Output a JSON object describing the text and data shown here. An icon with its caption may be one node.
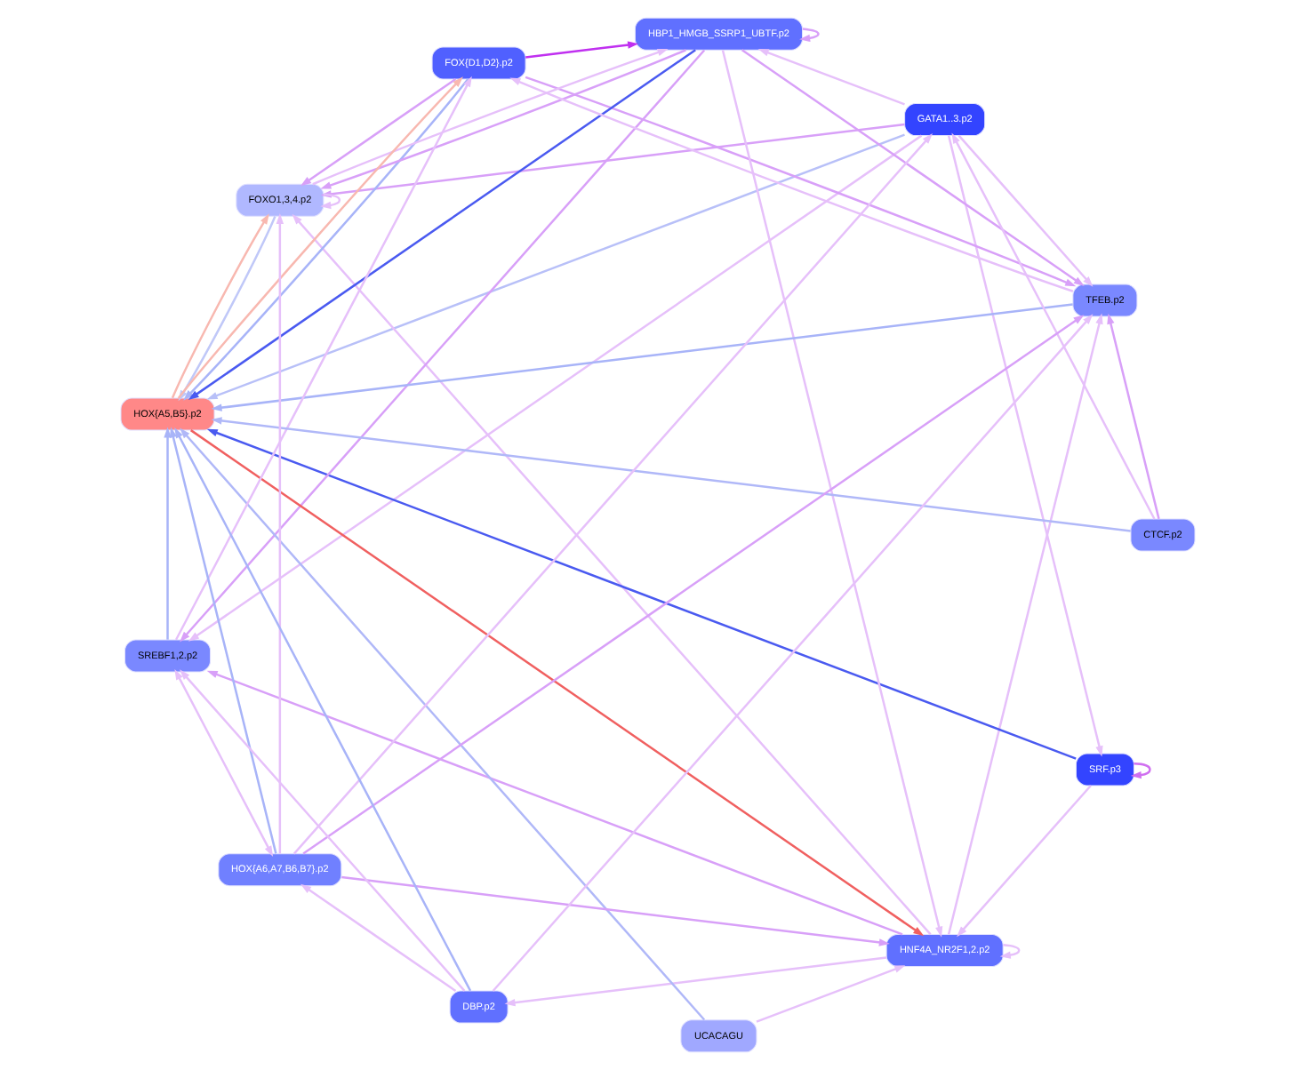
{
  "diagram": {
    "nodes": [
      {
        "text": [
          "GATA1..3.p2"
        ]
      },
      {
        "text": [
          "HNF4A_NR2F1,2.p2"
        ]
      },
      {
        "text": [
          "SRF.p3"
        ]
      },
      {
        "text": [
          "FOX{D1,D2}.p2"
        ]
      },
      {
        "text": [
          "HBP1_HMGB_SSRP1_UBTF.p2"
        ]
      },
      {
        "text": [
          "FOXO1,3,4.p2"
        ]
      },
      {
        "text": [
          "HOX{A5,B5}.p2"
        ]
      },
      {
        "text": [
          "TFEB.p2"
        ]
      },
      {
        "text": [
          "UCACAGU"
        ]
      },
      {
        "text": [
          "SREBF1,2.p2"
        ]
      },
      {
        "text": [
          "CTCF.p2"
        ]
      },
      {
        "text": [
          "HOX{A6,A7,B6,B7}.p2"
        ]
      },
      {
        "text": [
          "DBP.p2"
        ]
      }
    ],
    "edges": [
      {
        "from": 2,
        "to": 6,
        "arrow": "to",
        "color": "#4a5af0"
      },
      {
        "from": 4,
        "to": 6,
        "arrow": "to",
        "color": "#4a5af0"
      },
      {
        "from": 0,
        "to": 6,
        "arrow": "to",
        "color": "#b8c0f8"
      },
      {
        "from": 3,
        "to": 6,
        "arrow": "to",
        "color": "#a8b4f8"
      },
      {
        "from": 5,
        "to": 6,
        "arrow": "to",
        "color": "#c0c8f8"
      },
      {
        "from": 7,
        "to": 6,
        "arrow": "to",
        "color": "#a8b4f8"
      },
      {
        "from": 9,
        "to": 6,
        "arrow": "to",
        "color": "#a8b4f8"
      },
      {
        "from": 11,
        "to": 6,
        "arrow": "to",
        "color": "#a8b4f8"
      },
      {
        "from": 12,
        "to": 6,
        "arrow": "to",
        "color": "#a8b4f8"
      },
      {
        "from": 10,
        "to": 6,
        "arrow": "to",
        "color": "#b0b8f8"
      },
      {
        "from": 8,
        "to": 6,
        "arrow": "to",
        "color": "#b0b8f8"
      },
      {
        "from": 6,
        "to": 1,
        "arrow": "to",
        "color": "#f06060"
      },
      {
        "from": 6,
        "to": 3,
        "arrow": "to",
        "color": "#f8b8b0"
      },
      {
        "from": 6,
        "to": 5,
        "arrow": "to",
        "color": "#f8b8b0"
      },
      {
        "from": 3,
        "to": 4,
        "arrow": "to",
        "color": "#c030f0"
      },
      {
        "from": 2,
        "to": 2,
        "arrow": "to",
        "color": "#d070f0"
      },
      {
        "from": 1,
        "to": 1,
        "arrow": "to"
      },
      {
        "from": 5,
        "to": 5,
        "arrow": "to"
      },
      {
        "from": 4,
        "to": 4,
        "arrow": "to",
        "color": "#d8a0f8"
      },
      {
        "from": 0,
        "to": 2,
        "arrow": "to"
      },
      {
        "from": 0,
        "to": 4,
        "arrow": "to"
      },
      {
        "from": 2,
        "to": 1,
        "arrow": "to"
      },
      {
        "from": 0,
        "to": 5,
        "arrow": "to",
        "color": "#d8a0f8"
      },
      {
        "from": 3,
        "to": 5,
        "arrow": "to",
        "color": "#d8a0f8"
      },
      {
        "from": 4,
        "to": 5,
        "arrow": "to",
        "color": "#d8a0f8"
      },
      {
        "from": 1,
        "to": 5,
        "arrow": "to"
      },
      {
        "from": 5,
        "to": 4,
        "arrow": "to"
      },
      {
        "from": 4,
        "to": 7,
        "arrow": "to",
        "color": "#d8a0f8"
      },
      {
        "from": 4,
        "to": 9,
        "arrow": "to",
        "color": "#d8a0f8"
      },
      {
        "from": 0,
        "to": 7,
        "arrow": "to"
      },
      {
        "from": 1,
        "to": 7,
        "arrow": "to"
      },
      {
        "from": 3,
        "to": 7,
        "arrow": "to",
        "color": "#d8a0f8"
      },
      {
        "from": 0,
        "to": 9,
        "arrow": "to"
      },
      {
        "from": 1,
        "to": 9,
        "arrow": "to",
        "color": "#d8a0f8"
      },
      {
        "from": 10,
        "to": 7,
        "arrow": "to",
        "color": "#d8a0f8"
      },
      {
        "from": 11,
        "to": 7,
        "arrow": "to",
        "color": "#d8a0f8"
      },
      {
        "from": 12,
        "to": 7,
        "arrow": "to"
      },
      {
        "from": 12,
        "to": 9,
        "arrow": "to"
      },
      {
        "from": 11,
        "to": 9,
        "arrow": "both"
      },
      {
        "from": 12,
        "to": 11,
        "arrow": "to"
      },
      {
        "from": 1,
        "to": 12,
        "arrow": "to"
      },
      {
        "from": 11,
        "to": 1,
        "arrow": "to",
        "color": "#d8a0f8"
      },
      {
        "from": 11,
        "to": 0,
        "arrow": "to"
      },
      {
        "from": 11,
        "to": 5,
        "arrow": "to"
      },
      {
        "from": 7,
        "to": 3,
        "arrow": "to"
      },
      {
        "from": 9,
        "to": 3,
        "arrow": "to"
      },
      {
        "from": 8,
        "to": 1,
        "arrow": "to"
      },
      {
        "from": 10,
        "to": 0,
        "arrow": "to"
      },
      {
        "from": 4,
        "to": 1,
        "arrow": "to"
      }
    ]
  }
}
